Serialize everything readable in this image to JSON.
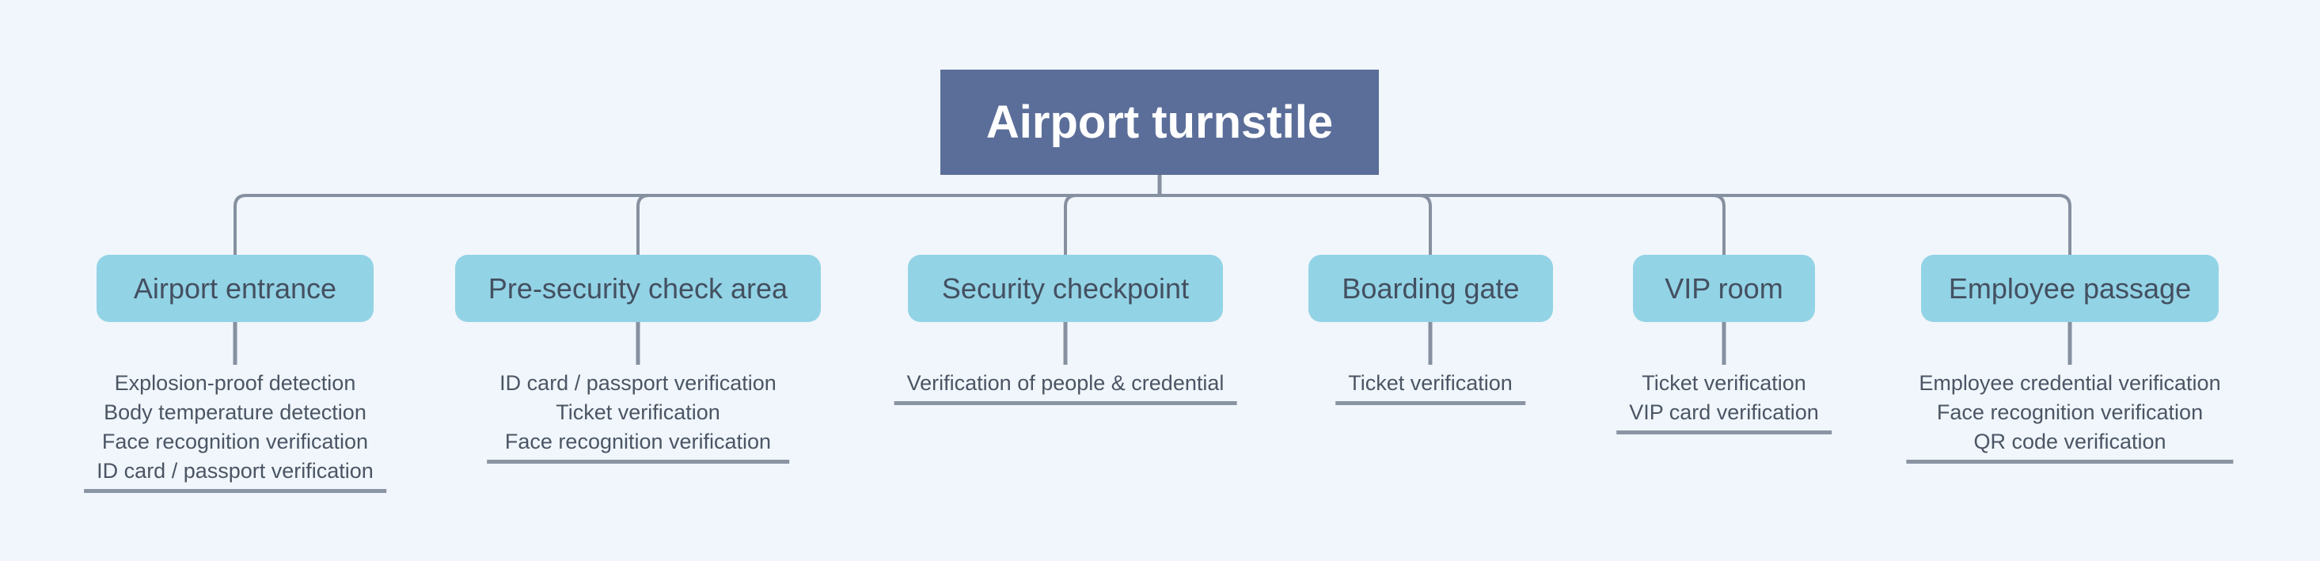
{
  "root": {
    "label": "Airport turnstile"
  },
  "branches": [
    {
      "label": "Airport entrance",
      "items": [
        "Explosion-proof detection",
        "Body temperature detection",
        "Face recognition verification",
        "ID card / passport verification"
      ]
    },
    {
      "label": "Pre-security check area",
      "items": [
        "ID card / passport verification",
        "Ticket verification",
        "Face recognition verification"
      ]
    },
    {
      "label": "Security checkpoint",
      "items": [
        "Verification of people & credential"
      ]
    },
    {
      "label": "Boarding gate",
      "items": [
        "Ticket verification"
      ]
    },
    {
      "label": "VIP room",
      "items": [
        "Ticket verification",
        "VIP card verification"
      ]
    },
    {
      "label": "Employee passage",
      "items": [
        "Employee credential verification",
        "Face recognition verification",
        "QR code verification"
      ]
    }
  ],
  "colors": {
    "background": "#f0f6fb",
    "root_fill": "#5b6e99",
    "root_text": "#ffffff",
    "branch_fill": "#93d3e6",
    "branch_text": "#435060",
    "item_text": "#4b5564",
    "connector": "#8690a0",
    "underline": "#8b94a3"
  }
}
